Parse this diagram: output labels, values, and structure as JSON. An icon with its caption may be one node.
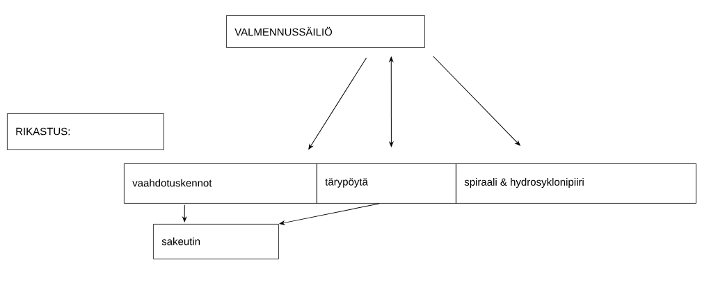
{
  "diagram": {
    "nodes": [
      {
        "text": [
          "VALMENNUSSÄILIÖ"
        ]
      },
      {
        "text": [
          "RIKASTUS:"
        ]
      },
      {
        "text": [
          "vaahdotuskennot"
        ]
      },
      {
        "text": [
          "tärypöytä"
        ]
      },
      {
        "text": [
          "spiraali & hydrosyklonipiiri"
        ]
      },
      {
        "text": [
          "sakeutin"
        ]
      }
    ],
    "edges": [
      {
        "from": 0,
        "to": 2,
        "arrow": "to"
      },
      {
        "from": 0,
        "to": 3,
        "arrow": "both"
      },
      {
        "from": 0,
        "to": 4,
        "arrow": "to"
      },
      {
        "from": 2,
        "to": 5,
        "arrow": "to"
      },
      {
        "from": 3,
        "to": 5,
        "arrow": "to"
      }
    ]
  }
}
